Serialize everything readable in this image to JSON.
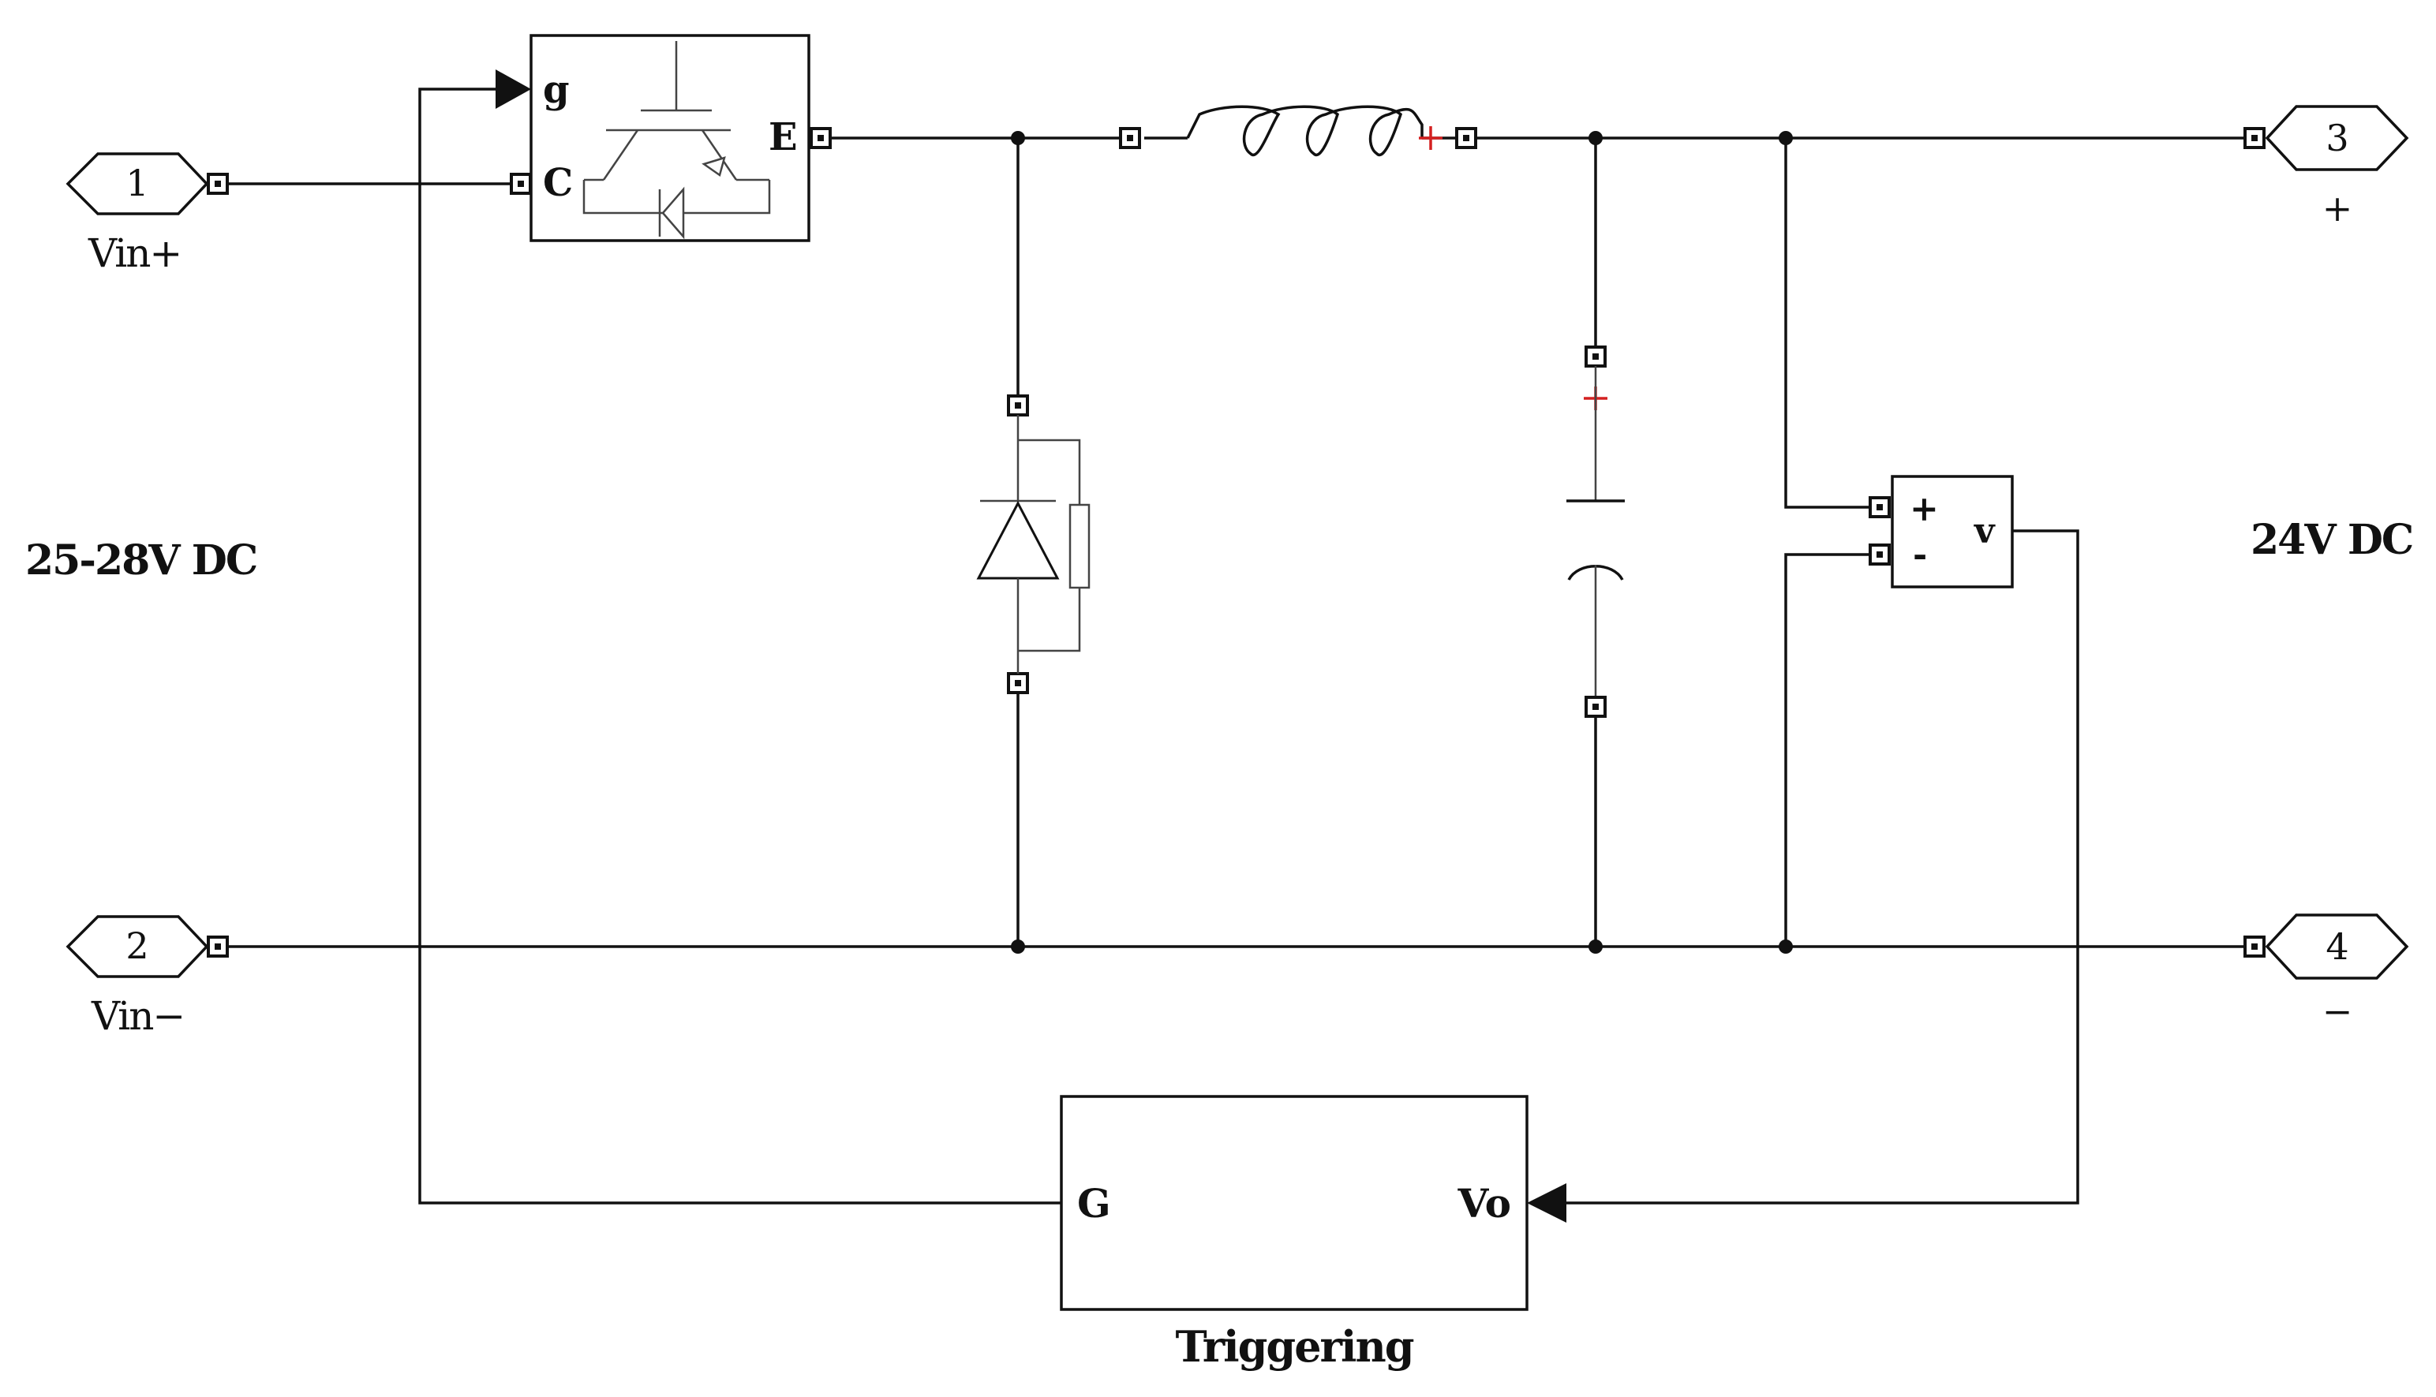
{
  "ports": [
    {
      "number": "1",
      "label": "Vin+"
    },
    {
      "number": "2",
      "label": "Vin−"
    },
    {
      "number": "3",
      "label": "+"
    },
    {
      "number": "4",
      "label": "−"
    }
  ],
  "input_voltage_label": "25-28V DC",
  "output_voltage_label": "24V DC",
  "igbt": {
    "gate": "g",
    "collector": "C",
    "emitter": "E"
  },
  "voltmeter": {
    "plus": "+",
    "minus": "-",
    "output": "v"
  },
  "trigger": {
    "in_label": "Vo",
    "out_label": "G",
    "caption": "Triggering"
  },
  "polarity_marks": {
    "inductor": "+",
    "capacitor": "+"
  },
  "colors": {
    "wire": "#111111",
    "polarity": "#d42020"
  }
}
